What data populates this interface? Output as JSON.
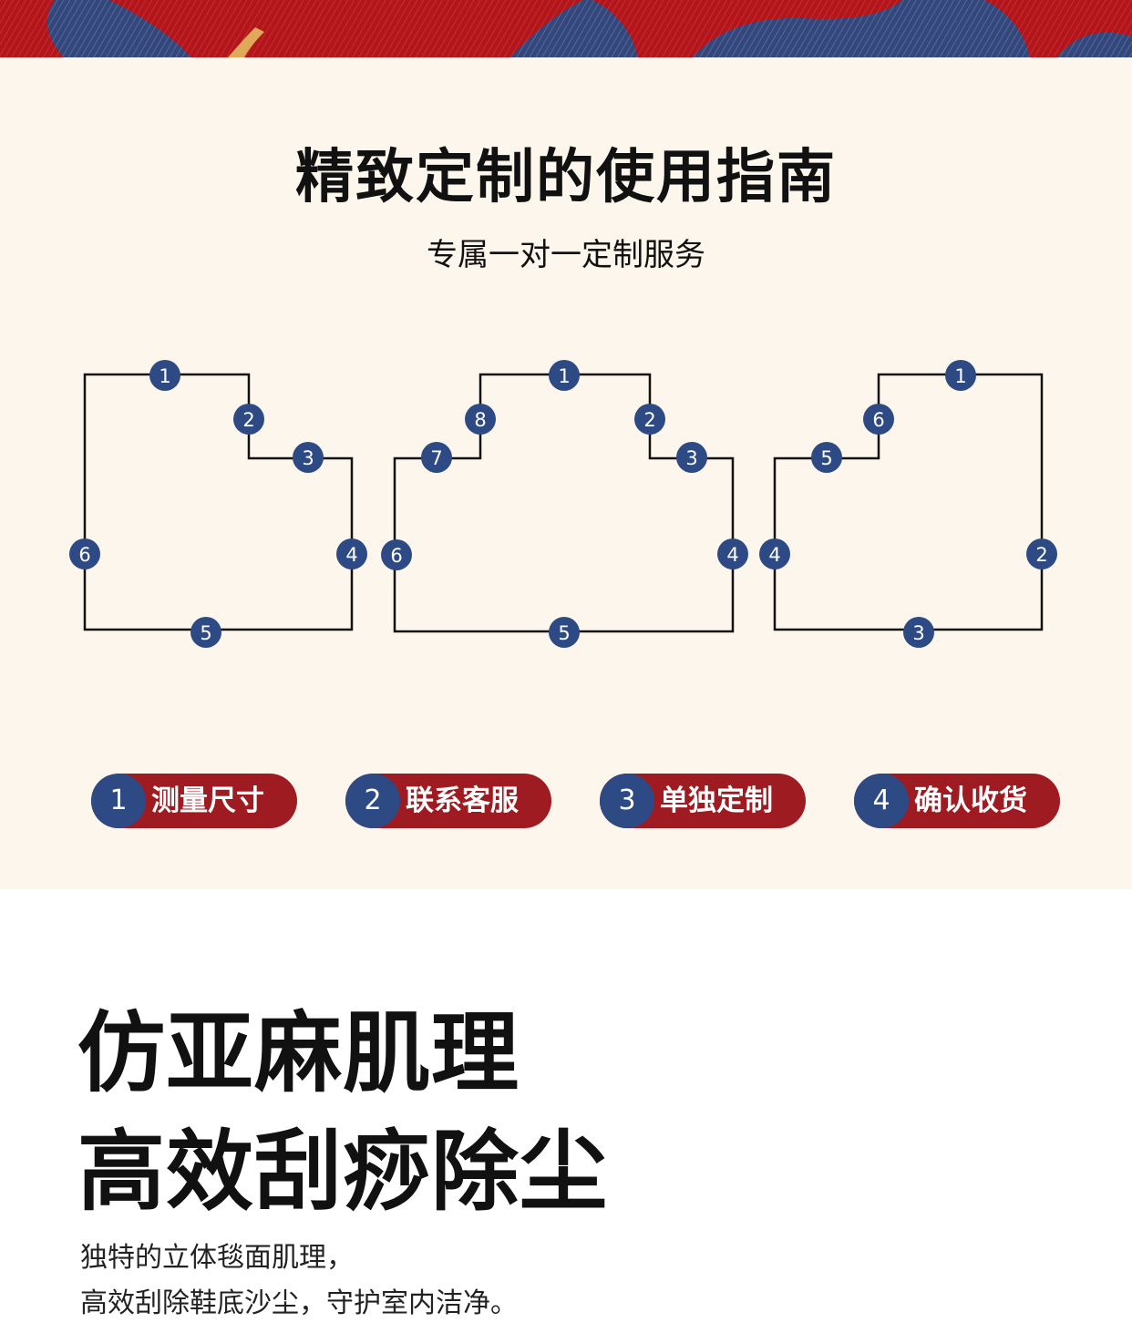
{
  "guide": {
    "title": "精致定制的使用指南",
    "subtitle": "专属一对一定制服务"
  },
  "diagram_markers": {
    "shape_a": [
      "1",
      "2",
      "3",
      "4",
      "5",
      "6"
    ],
    "shape_b": [
      "1",
      "2",
      "3",
      "4",
      "5",
      "6",
      "7",
      "8"
    ],
    "shape_c": [
      "1",
      "2",
      "3",
      "4",
      "5",
      "6"
    ]
  },
  "steps": [
    {
      "number": "1",
      "label": "测量尺寸"
    },
    {
      "number": "2",
      "label": "联系客服"
    },
    {
      "number": "3",
      "label": "单独定制"
    },
    {
      "number": "4",
      "label": "确认收货"
    }
  ],
  "feature": {
    "title_line1": "仿亚麻肌理",
    "title_line2": "高效刮痧除尘",
    "desc_line1": "独特的立体毯面肌理，",
    "desc_line2": "高效刮除鞋底沙尘，守护室内洁净。"
  },
  "colors": {
    "navy": "#2d4a85",
    "red": "#9e1b22",
    "cream": "#fdf6ec"
  }
}
